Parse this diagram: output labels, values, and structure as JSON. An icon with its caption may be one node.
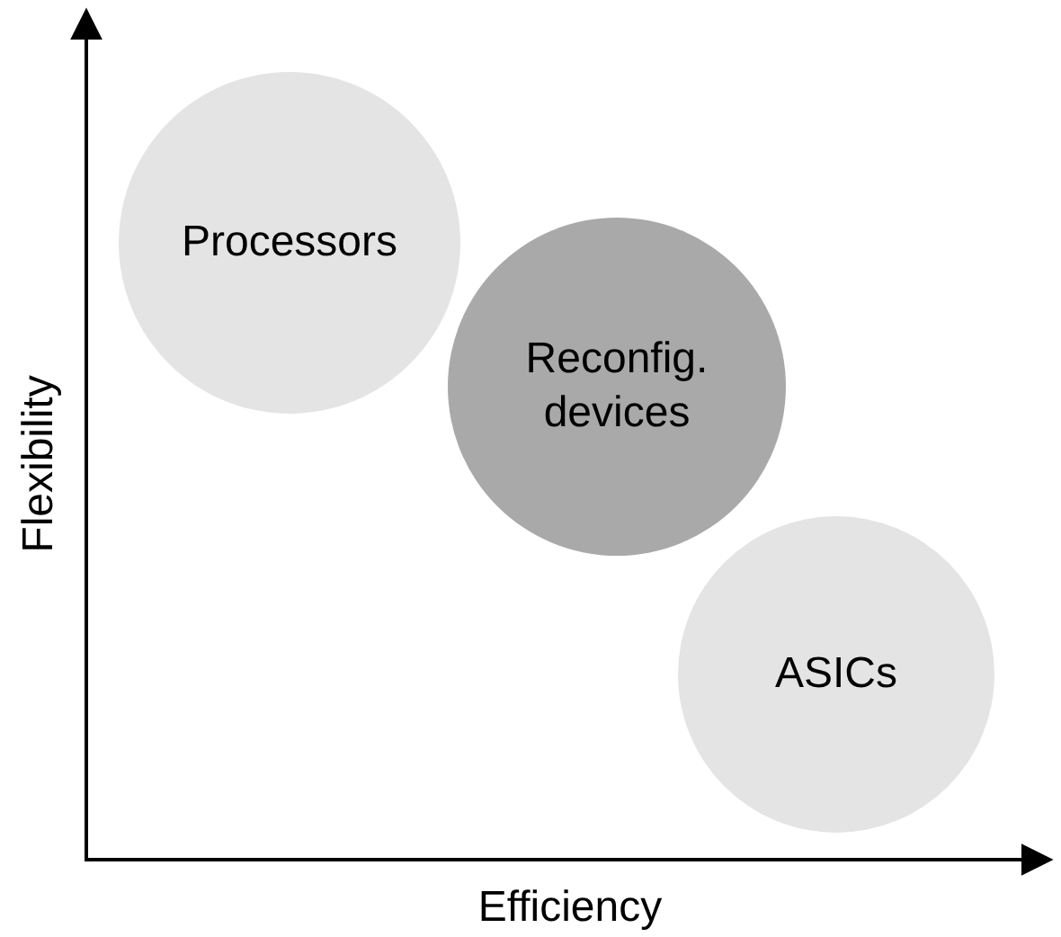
{
  "diagram": {
    "nodes": [
      {
        "text": [
          "Processors"
        ]
      },
      {
        "text": [
          "Reconfig. devices"
        ]
      },
      {
        "text": [
          "ASICs"
        ]
      }
    ],
    "labels": [
      "Flexibility",
      "Efficiency"
    ]
  }
}
